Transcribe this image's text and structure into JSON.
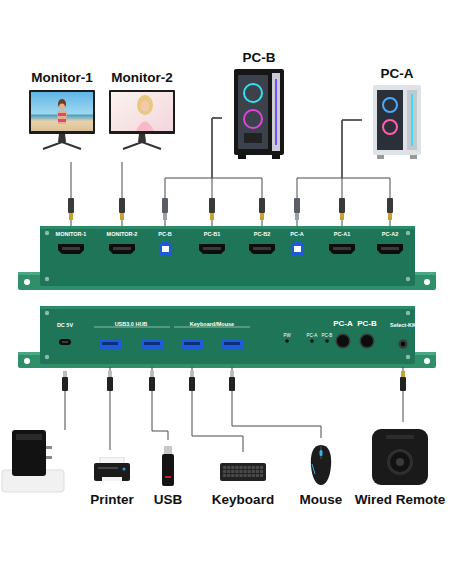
{
  "diagram": {
    "nodes": [
      {
        "text": [
          "Monitor-1"
        ]
      },
      {
        "text": [
          "Monitor-2"
        ]
      },
      {
        "text": [
          "PC-B"
        ]
      },
      {
        "text": [
          "PC-A"
        ]
      },
      {
        "text": [
          "MONITOR-1"
        ]
      },
      {
        "text": [
          "MONITOR-2"
        ]
      },
      {
        "text": [
          "PC-B"
        ]
      },
      {
        "text": [
          "PC-B1"
        ]
      },
      {
        "text": [
          "PC-B2"
        ]
      },
      {
        "text": [
          "PC-A"
        ]
      },
      {
        "text": [
          "PC-A1"
        ]
      },
      {
        "text": [
          "PC-A2"
        ]
      },
      {
        "text": [
          "DC 5V"
        ]
      },
      {
        "text": [
          "USB3.0 HUB"
        ]
      },
      {
        "text": [
          "Keyboard/Mouse"
        ]
      },
      {
        "text": [
          "PC-A"
        ]
      },
      {
        "text": [
          "PC-B"
        ]
      },
      {
        "text": [
          "Select-KK"
        ]
      },
      {
        "text": [
          "Printer"
        ]
      },
      {
        "text": [
          "USB"
        ]
      },
      {
        "text": [
          "Keyboard"
        ]
      },
      {
        "text": [
          "Mouse"
        ]
      },
      {
        "text": [
          "Wired Remote"
        ]
      }
    ],
    "edges": [
      {
        "from": 0,
        "to": 4,
        "arrow": "none"
      },
      {
        "from": 1,
        "to": 5,
        "arrow": "none"
      },
      {
        "from": 2,
        "to": 6,
        "arrow": "none"
      },
      {
        "from": 2,
        "to": 7,
        "arrow": "none"
      },
      {
        "from": 2,
        "to": 8,
        "arrow": "none"
      },
      {
        "from": 3,
        "to": 9,
        "arrow": "none"
      },
      {
        "from": 3,
        "to": 10,
        "arrow": "none"
      },
      {
        "from": 3,
        "to": 11,
        "arrow": "none"
      },
      {
        "from": 18,
        "to": 13,
        "arrow": "none"
      },
      {
        "from": 19,
        "to": 13,
        "arrow": "none"
      },
      {
        "from": 20,
        "to": 14,
        "arrow": "none"
      },
      {
        "from": 21,
        "to": 14,
        "arrow": "none"
      },
      {
        "from": 22,
        "to": 17,
        "arrow": "none"
      }
    ],
    "labels": [
      "PW",
      "PC-A",
      "PC-B"
    ]
  }
}
